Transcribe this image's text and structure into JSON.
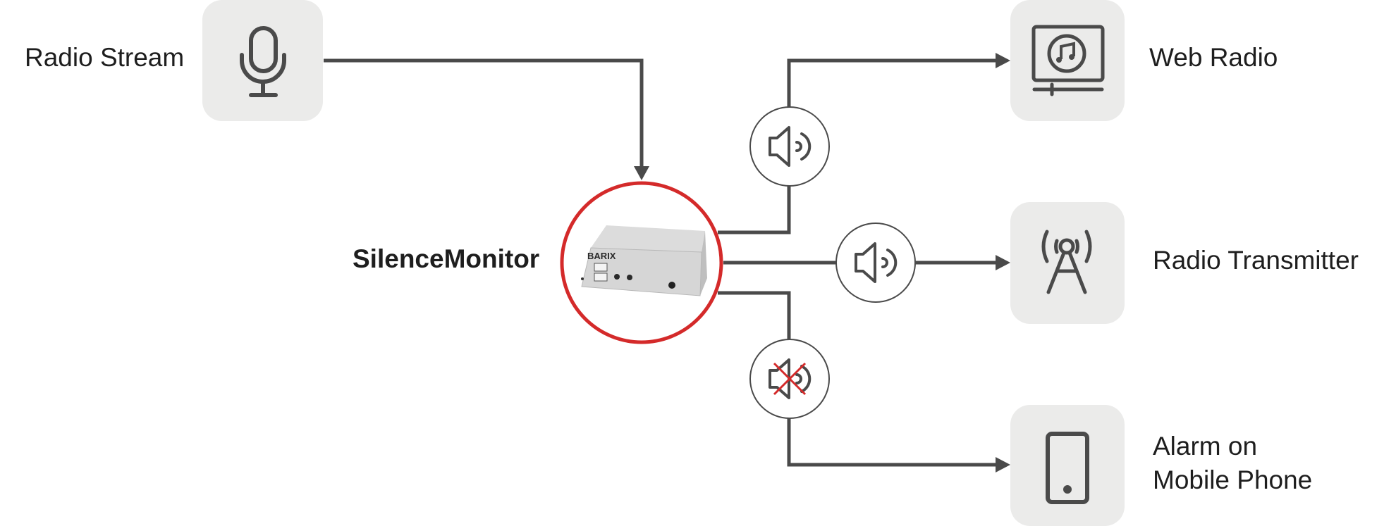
{
  "diagram": {
    "source": {
      "label": "Radio Stream",
      "icon": "microphone-icon"
    },
    "device": {
      "label": "SilenceMonitor",
      "brand": "BARIX",
      "icon": "barix-device-image"
    },
    "outputs": [
      {
        "label": "Web Radio",
        "icon": "monitor-music-icon",
        "status_icon": "speaker-on-icon"
      },
      {
        "label": "Radio Transmitter",
        "icon": "radio-tower-icon",
        "status_icon": "speaker-on-icon"
      },
      {
        "label_line1": "Alarm on",
        "label_line2": "Mobile Phone",
        "icon": "mobile-phone-icon",
        "status_icon": "speaker-muted-icon"
      }
    ]
  },
  "colors": {
    "line": "#4a4a4a",
    "tile": "#ebebea",
    "accent_red": "#d42a2a",
    "text": "#1e1e1e"
  }
}
